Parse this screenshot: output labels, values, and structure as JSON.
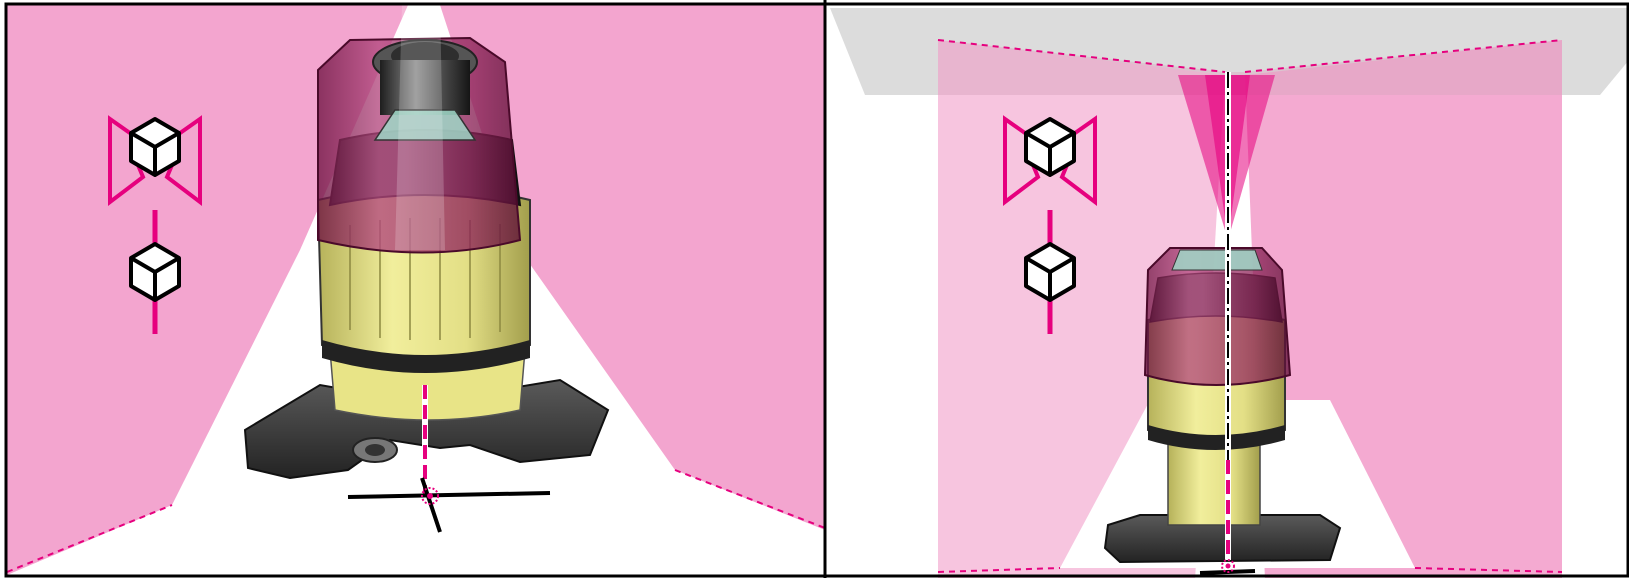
{
  "figure": {
    "panels": [
      {
        "id": "left",
        "subject": "laser-level-with-floor-plumb"
      },
      {
        "id": "right",
        "subject": "laser-level-with-ceiling-plumb"
      }
    ],
    "colors": {
      "laser_plane": "#f3a5cf",
      "laser_plane_light": "#f6bfdc",
      "laser_line": "#e6007e",
      "ceiling": "#dcdcdc",
      "device_body": "#e9e58f",
      "device_dark": "#3a3a3a",
      "housing": "#9b2a63",
      "frame": "#000000"
    },
    "icons": [
      "crossline-mode-icon",
      "vertical-plumb-mode-icon"
    ]
  }
}
